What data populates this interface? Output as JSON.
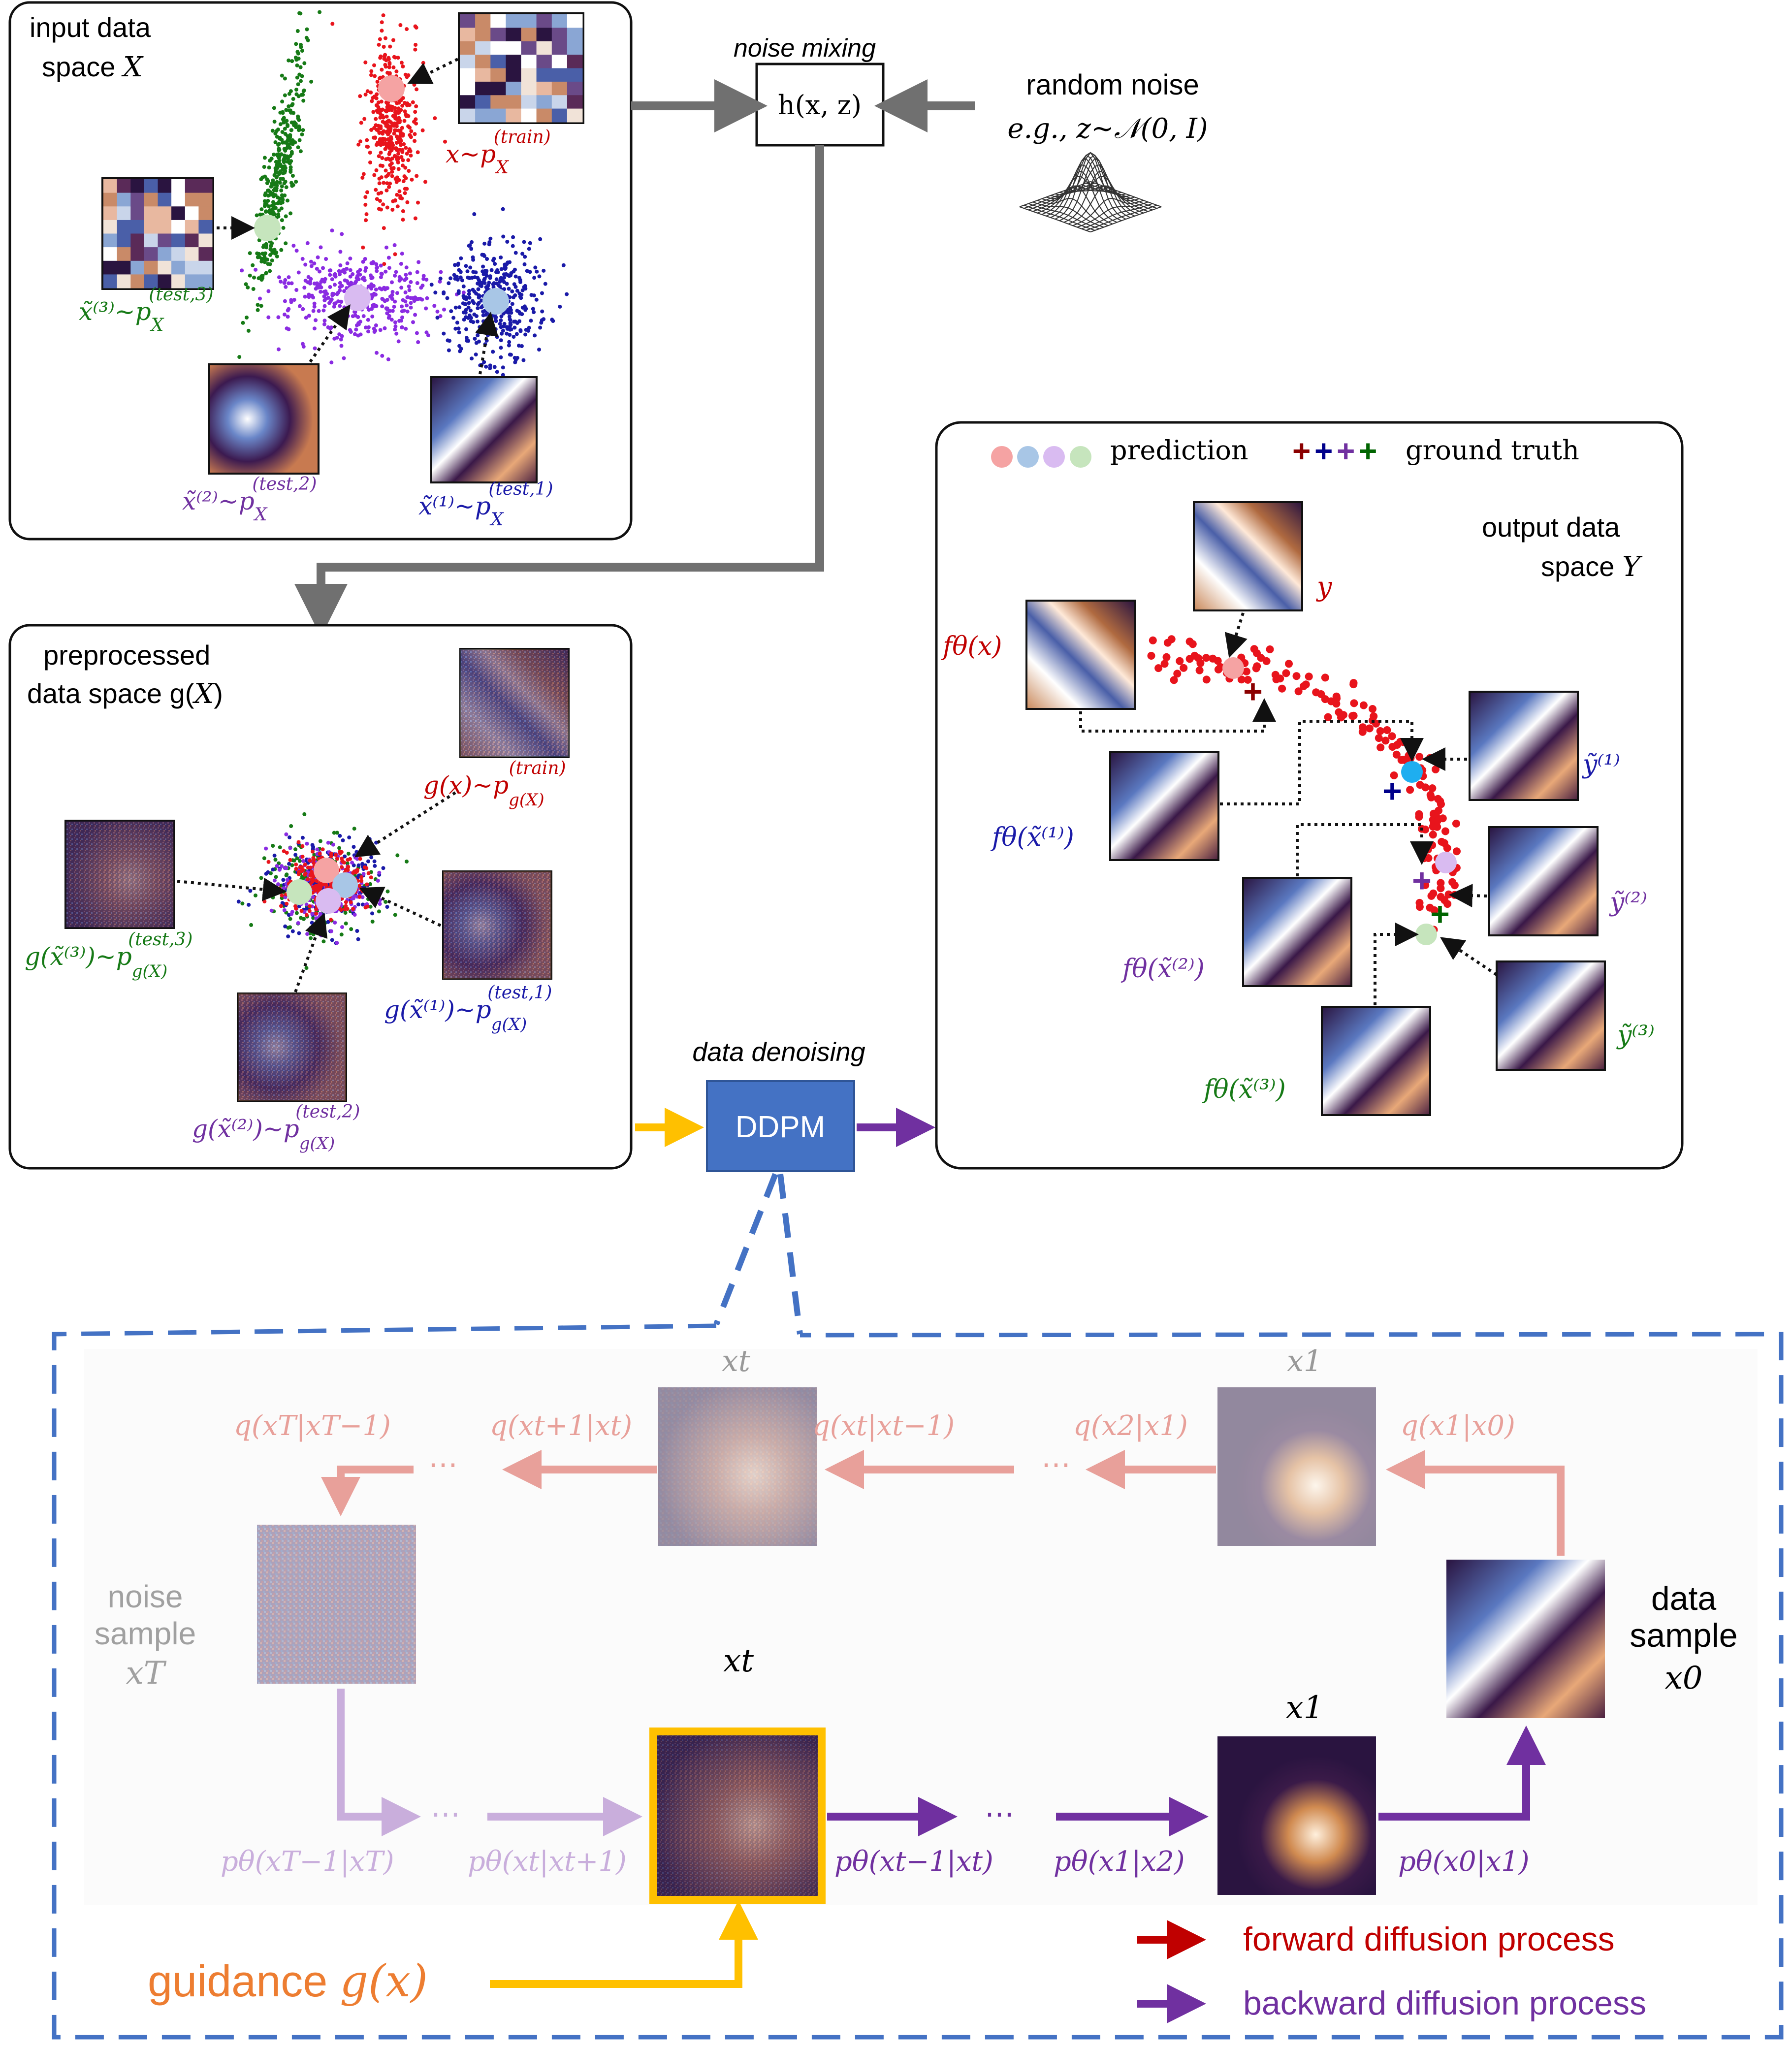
{
  "panels": {
    "input": {
      "title_line1": "input data",
      "title_line2": "space",
      "title_var": "X",
      "train_label": "x~p",
      "train_sup": "(train)",
      "train_sub": "X",
      "test1_label": "x̃⁽¹⁾~p",
      "test1_sup": "(test,1)",
      "test1_sub": "X",
      "test2_label": "x̃⁽²⁾~p",
      "test2_sup": "(test,2)",
      "test2_sub": "X",
      "test3_label": "x̃⁽³⁾~p",
      "test3_sup": "(test,3)",
      "test3_sub": "X"
    },
    "noise": {
      "mixing_title": "noise mixing",
      "function": "h(x, z)",
      "random_title": "random noise",
      "random_formula": "e.g., z~𝒩(0, I)"
    },
    "preprocessed": {
      "title_line1": "preprocessed",
      "title_line2": "data space g(",
      "title_var": "X",
      "title_end": ")",
      "train_label": "g(x)~p",
      "train_sup": "(train)",
      "train_sub": "g(X)",
      "test1_label": "g(x̃⁽¹⁾)~p",
      "test1_sup": "(test,1)",
      "test1_sub": "g(X)",
      "test2_label": "g(x̃⁽²⁾)~p",
      "test2_sup": "(test,2)",
      "test2_sub": "g(X)",
      "test3_label": "g(x̃⁽³⁾)~p",
      "test3_sup": "(test,3)",
      "test3_sub": "g(X)"
    },
    "ddpm": {
      "caption": "data denoising",
      "label": "DDPM"
    },
    "output": {
      "legend_prediction": "prediction",
      "legend_ground_truth": "ground truth",
      "title_line1": "output data",
      "title_line2": "space",
      "title_var": "Y",
      "y_label": "y",
      "f_x": "fθ(x)",
      "f_x1": "fθ(x̃⁽¹⁾)",
      "f_x2": "fθ(x̃⁽²⁾)",
      "f_x3": "fθ(x̃⁽³⁾)",
      "y1": "ỹ⁽¹⁾",
      "y2": "ỹ⁽²⁾",
      "y3": "ỹ⁽³⁾"
    },
    "diffusion": {
      "xt_top": "xt",
      "x1_top": "x1",
      "q_T": "q(xT|xT−1)",
      "q_t1": "q(xt+1|xt)",
      "q_t": "q(xt|xt−1)",
      "q_2": "q(x2|x1)",
      "q_1": "q(x1|x0)",
      "noise_sample_1": "noise",
      "noise_sample_2": "sample",
      "noise_sample_var": "xT",
      "data_sample_1": "data",
      "data_sample_2": "sample",
      "data_sample_var": "x0",
      "xt_bottom": "xt",
      "x1_bottom": "x1",
      "p_T": "pθ(xT−1|xT)",
      "p_t": "pθ(xt|xt+1)",
      "p_t1": "pθ(xt−1|xt)",
      "p_12": "pθ(x1|x2)",
      "p_01": "pθ(x0|x1)",
      "ellipsis": "⋯",
      "guidance_text": "guidance",
      "guidance_var": "g(x)",
      "legend_forward": "forward diffusion process",
      "legend_backward": "backward diffusion process"
    }
  },
  "colors": {
    "train": "#e8141c",
    "test1": "#1a1aa8",
    "test2": "#8a2be2",
    "test3": "#167a16",
    "ddpm": "#4472c4",
    "gold": "#ffc000",
    "purple": "#7030a0",
    "pink": "#e8a09a",
    "lavender": "#c9aedc",
    "guidance": "#ed7d31",
    "dashed": "#4472c4"
  }
}
